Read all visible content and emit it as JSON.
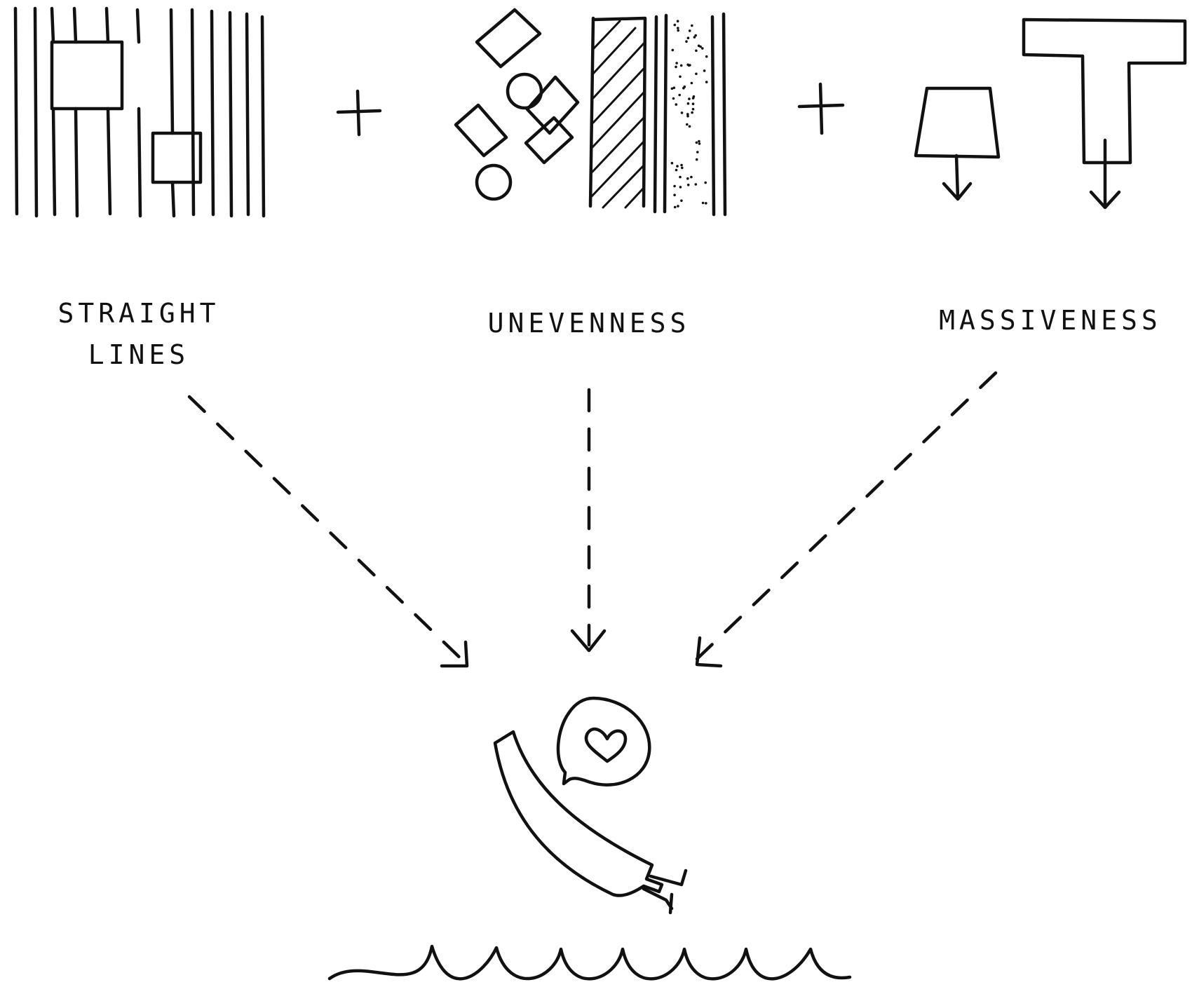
{
  "labels": {
    "straight_lines": {
      "line1": "STRAIGHT",
      "line2": "LINES"
    },
    "unevenness": "UNEVENNESS",
    "massiveness": "MASSIVENESS"
  },
  "operators": {
    "plus": "+"
  },
  "colors": {
    "ink": "#111111",
    "paper": "#ffffff"
  },
  "icons": [
    "vertical-lines-with-boxes-icon",
    "scattered-shapes-and-hatched-textures-icon",
    "lampshade-and-t-block-weight-icon",
    "diving-figure-icon",
    "heart-speech-bubble-icon",
    "water-waves-icon"
  ]
}
